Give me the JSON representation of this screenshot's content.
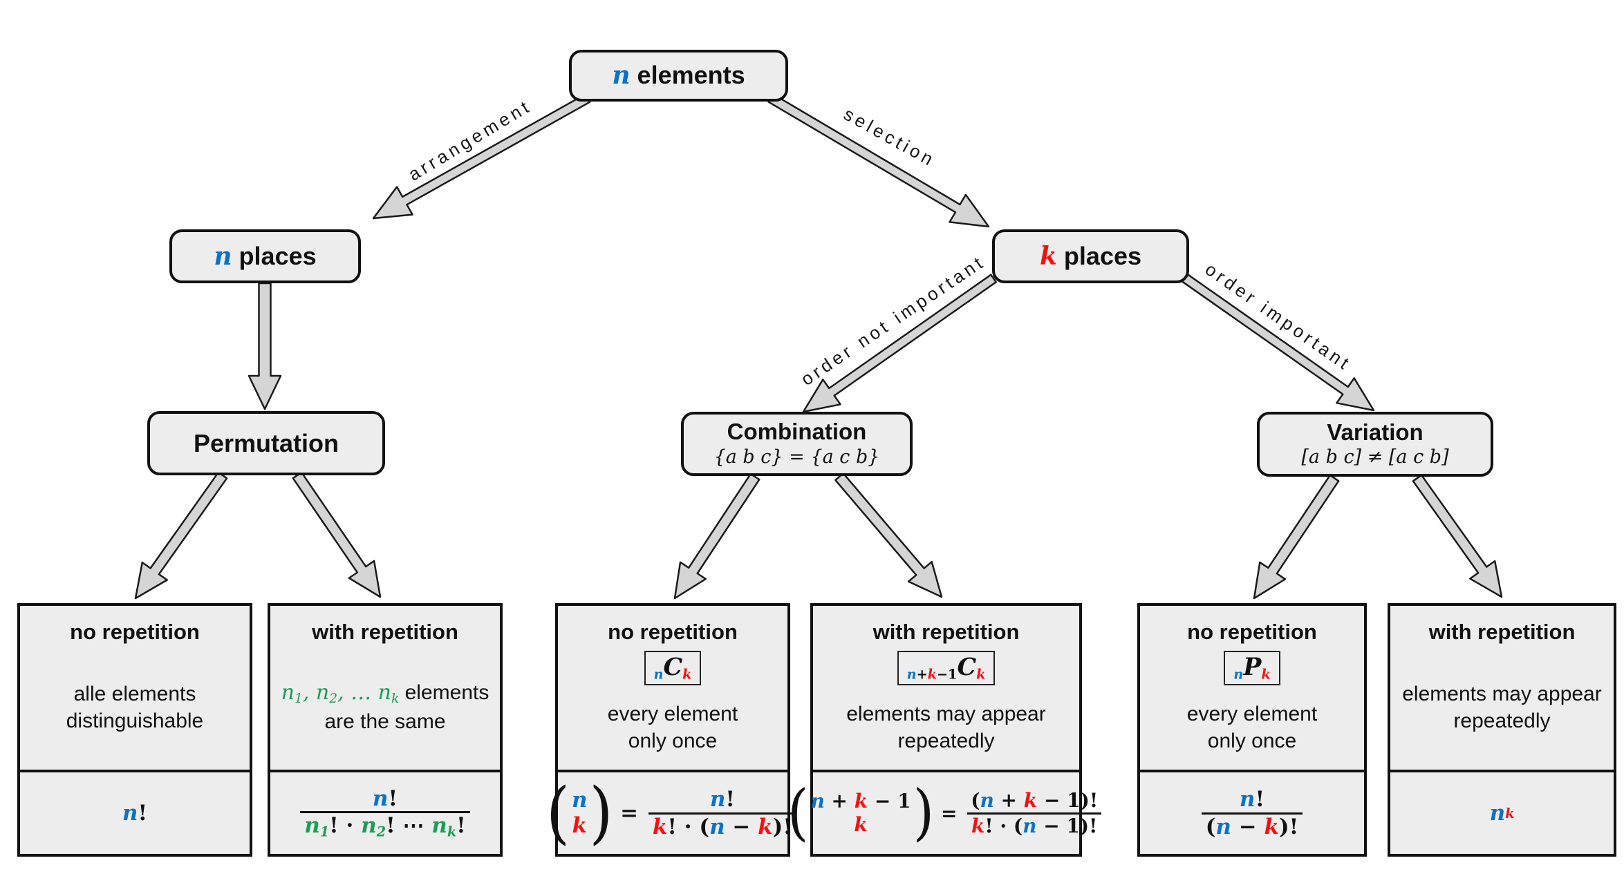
{
  "diagram": {
    "colors": {
      "blue": "#0B72C6",
      "red": "#FB0E0E",
      "green": "#1B9E55",
      "box_fill": "#EDEDED",
      "arrow_fill": "#D5D5D5"
    },
    "nodes": {
      "n_elements": {
        "title": [
          {
            "t": "n",
            "k": "n"
          },
          {
            "t": " elements",
            "k": "t"
          }
        ]
      },
      "n_places": {
        "title": [
          {
            "t": "n",
            "k": "n"
          },
          {
            "t": " places",
            "k": "t"
          }
        ]
      },
      "k_places": {
        "title": [
          {
            "t": "k",
            "k": "k"
          },
          {
            "t": " places",
            "k": "t"
          }
        ]
      },
      "permutation": {
        "title": [
          {
            "t": "Permutation",
            "k": "t"
          }
        ]
      },
      "combination": {
        "title": [
          {
            "t": "Combination",
            "k": "t"
          }
        ],
        "subtitle": "{a b c} = {a c b}"
      },
      "variation": {
        "title": [
          {
            "t": "Variation",
            "k": "t"
          }
        ],
        "subtitle": "[a b c] ≠ [a c b]"
      }
    },
    "edge_labels": {
      "arrangement": "arrangement",
      "selection": "selection",
      "order_not_important": "order not important",
      "order_important": "order important"
    },
    "leaves": [
      {
        "title": "no repetition",
        "body_lines": [
          [
            {
              "t": "alle elements",
              "k": "b"
            }
          ],
          [
            {
              "t": "distinguishable",
              "k": "b"
            }
          ]
        ],
        "formula": [
          {
            "t": "n",
            "k": "n"
          },
          {
            "t": "!",
            "k": "o"
          }
        ]
      },
      {
        "title": "with repetition",
        "body_lines": [
          [
            {
              "t": "n",
              "k": "g"
            },
            {
              "t": "1",
              "k": "g",
              "v": "sub"
            },
            {
              "t": ", ",
              "k": "g"
            },
            {
              "t": "n",
              "k": "g"
            },
            {
              "t": "2",
              "k": "g",
              "v": "sub"
            },
            {
              "t": ", … ",
              "k": "g"
            },
            {
              "t": "n",
              "k": "g"
            },
            {
              "t": "k",
              "k": "g",
              "v": "sub"
            },
            {
              "t": " elements",
              "k": "b"
            }
          ],
          [
            {
              "t": "are the same",
              "k": "b"
            }
          ]
        ],
        "formula": [
          {
            "type": "frac",
            "num": [
              {
                "t": "n",
                "k": "n"
              },
              {
                "t": "!",
                "k": "o"
              }
            ],
            "den": [
              {
                "t": "n",
                "k": "G"
              },
              {
                "t": "1",
                "k": "G",
                "v": "sub"
              },
              {
                "t": "!",
                "k": "o"
              },
              {
                "t": " · ",
                "k": "o"
              },
              {
                "t": "n",
                "k": "G"
              },
              {
                "t": "2",
                "k": "G",
                "v": "sub"
              },
              {
                "t": "!",
                "k": "o"
              },
              {
                "t": " ⋯ ",
                "k": "o"
              },
              {
                "t": "n",
                "k": "G"
              },
              {
                "t": "k",
                "k": "G",
                "v": "sub"
              },
              {
                "t": "!",
                "k": "o"
              }
            ]
          }
        ]
      },
      {
        "title": "no repetition",
        "badge": [
          {
            "t": "n",
            "k": "n",
            "v": "sub"
          },
          {
            "t": "C",
            "k": "x"
          },
          {
            "t": "k",
            "k": "k",
            "v": "sub"
          }
        ],
        "body_lines": [
          [
            {
              "t": "every element",
              "k": "b"
            }
          ],
          [
            {
              "t": "only once",
              "k": "b"
            }
          ]
        ],
        "formula": [
          {
            "type": "binom",
            "top": [
              {
                "t": "n",
                "k": "n"
              }
            ],
            "bot": [
              {
                "t": "k",
                "k": "k"
              }
            ]
          },
          {
            "t": " = ",
            "k": "o"
          },
          {
            "type": "frac",
            "num": [
              {
                "t": "n",
                "k": "n"
              },
              {
                "t": "!",
                "k": "o"
              }
            ],
            "den": [
              {
                "t": "k",
                "k": "k"
              },
              {
                "t": "! · (",
                "k": "o"
              },
              {
                "t": "n",
                "k": "n"
              },
              {
                "t": " − ",
                "k": "o"
              },
              {
                "t": "k",
                "k": "k"
              },
              {
                "t": ")!",
                "k": "o"
              }
            ]
          }
        ]
      },
      {
        "title": "with repetition",
        "badge": [
          {
            "t": "n",
            "k": "n",
            "v": "sub"
          },
          {
            "t": "+",
            "k": "o",
            "v": "sub"
          },
          {
            "t": "k",
            "k": "k",
            "v": "sub"
          },
          {
            "t": "−1",
            "k": "o",
            "v": "sub"
          },
          {
            "t": "C",
            "k": "x"
          },
          {
            "t": "k",
            "k": "k",
            "v": "sub"
          }
        ],
        "body_lines": [
          [
            {
              "t": "elements may appear",
              "k": "b"
            }
          ],
          [
            {
              "t": "repeatedly",
              "k": "b"
            }
          ]
        ],
        "formula": [
          {
            "type": "binom",
            "top": [
              {
                "t": "n",
                "k": "n"
              },
              {
                "t": " + ",
                "k": "o"
              },
              {
                "t": "k",
                "k": "k"
              },
              {
                "t": " − 1",
                "k": "o"
              }
            ],
            "bot": [
              {
                "t": "k",
                "k": "k"
              }
            ]
          },
          {
            "t": " = ",
            "k": "o"
          },
          {
            "type": "frac",
            "num": [
              {
                "t": "(",
                "k": "o"
              },
              {
                "t": "n",
                "k": "n"
              },
              {
                "t": " + ",
                "k": "o"
              },
              {
                "t": "k",
                "k": "k"
              },
              {
                "t": " − 1",
                "k": "o"
              },
              {
                "t": ")!",
                "k": "o"
              }
            ],
            "den": [
              {
                "t": "k",
                "k": "k"
              },
              {
                "t": "! · (",
                "k": "o"
              },
              {
                "t": "n",
                "k": "n"
              },
              {
                "t": " − 1)!",
                "k": "o"
              }
            ]
          }
        ]
      },
      {
        "title": "no repetition",
        "badge": [
          {
            "t": "n",
            "k": "n",
            "v": "sub"
          },
          {
            "t": "P",
            "k": "x"
          },
          {
            "t": "k",
            "k": "k",
            "v": "sub"
          }
        ],
        "body_lines": [
          [
            {
              "t": "every element",
              "k": "b"
            }
          ],
          [
            {
              "t": "only once",
              "k": "b"
            }
          ]
        ],
        "formula": [
          {
            "type": "frac",
            "num": [
              {
                "t": "n",
                "k": "n"
              },
              {
                "t": "!",
                "k": "o"
              }
            ],
            "den": [
              {
                "t": "(",
                "k": "o"
              },
              {
                "t": "n",
                "k": "n"
              },
              {
                "t": " − ",
                "k": "o"
              },
              {
                "t": "k",
                "k": "k"
              },
              {
                "t": ")!",
                "k": "o"
              }
            ]
          }
        ]
      },
      {
        "title": "with repetition",
        "body_lines": [
          [
            {
              "t": "elements may appear",
              "k": "b"
            }
          ],
          [
            {
              "t": "repeatedly",
              "k": "b"
            }
          ]
        ],
        "formula": [
          {
            "t": "n",
            "k": "n"
          },
          {
            "t": "k",
            "k": "k",
            "v": "sup"
          }
        ]
      }
    ]
  }
}
